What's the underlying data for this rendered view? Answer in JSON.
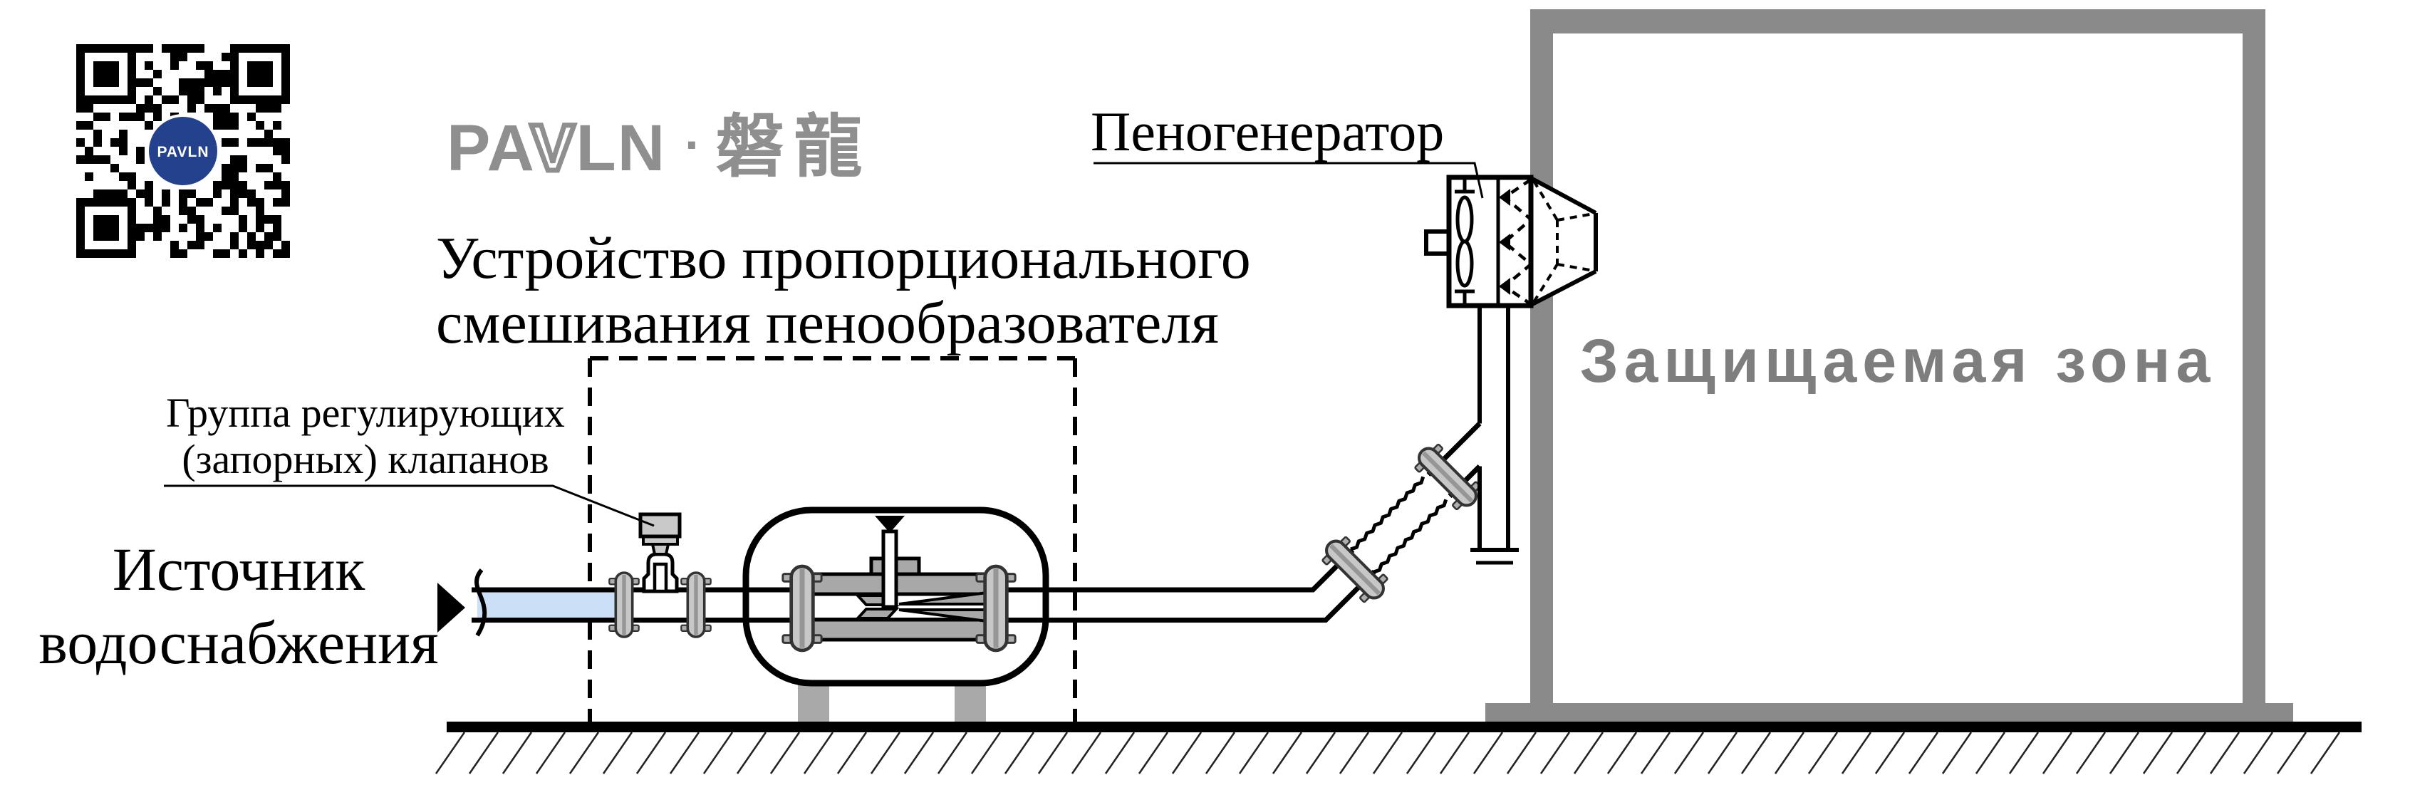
{
  "logo": {
    "brand_pa": "PA",
    "brand_v": "V",
    "brand_ln": "LN",
    "separator": "·",
    "cjk": "磐龍",
    "qr_center_label": "PAVLN"
  },
  "labels": {
    "foam_generator": "Пеногенератор",
    "proportioner_line1": "Устройство пропорционального",
    "proportioner_line2": "смешивания пенообразователя",
    "valve_group_line1": "Группа регулирующих",
    "valve_group_line2": "(запорных) клапанов",
    "water_source_line1": "Источник",
    "water_source_line2": "водоснабжения",
    "protected_zone": "Защищаемая зона"
  },
  "colors": {
    "line_black": "#000000",
    "wall_gray": "#8a8a8a",
    "zone_text_gray": "#7e7e7e",
    "brand_gray": "#8f8f8f",
    "water_blue": "#cbe0f6",
    "flange_gray": "#c7c7c7",
    "venturi_gray": "#a8a8a8",
    "leg_gray": "#a9a9a9",
    "actuator_gray": "#c9c9c9",
    "qr_navy": "#24418e"
  }
}
